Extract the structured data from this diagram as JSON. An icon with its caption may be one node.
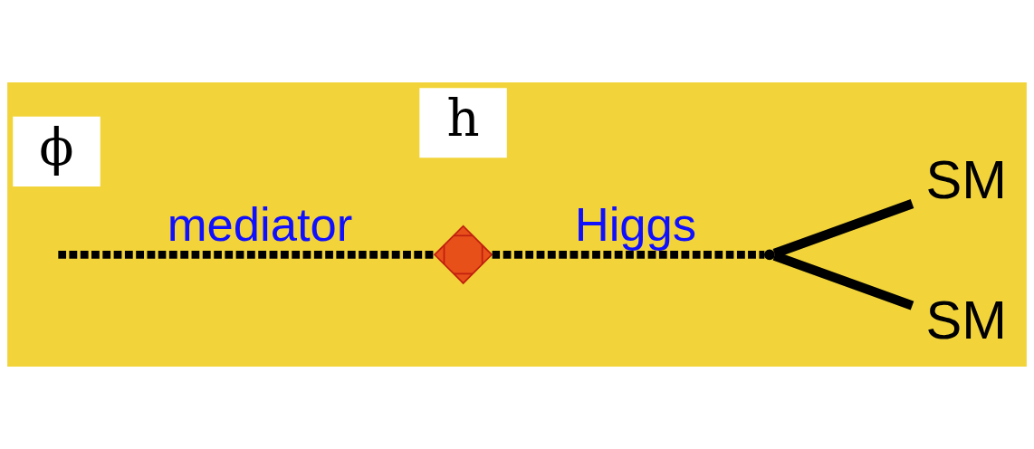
{
  "diagram": {
    "nodes": [
      {
        "text": [
          "SM"
        ]
      },
      {
        "text": [],
        "shape": "cross"
      },
      {
        "text": [],
        "shape": "point"
      },
      {
        "text": [
          "ϕ"
        ]
      },
      {
        "text": [
          "h"
        ]
      },
      {
        "text": [
          "SM"
        ]
      }
    ],
    "edges": [
      {
        "from": null,
        "to": 1,
        "arrow": "none",
        "label": "mediator",
        "style": "dashed"
      },
      {
        "from": 1,
        "to": 2,
        "arrow": "none",
        "label": "Higgs",
        "style": "dashed"
      },
      {
        "from": 2,
        "to": 0,
        "arrow": "none"
      },
      {
        "from": 2,
        "to": 5,
        "arrow": "none"
      }
    ]
  }
}
